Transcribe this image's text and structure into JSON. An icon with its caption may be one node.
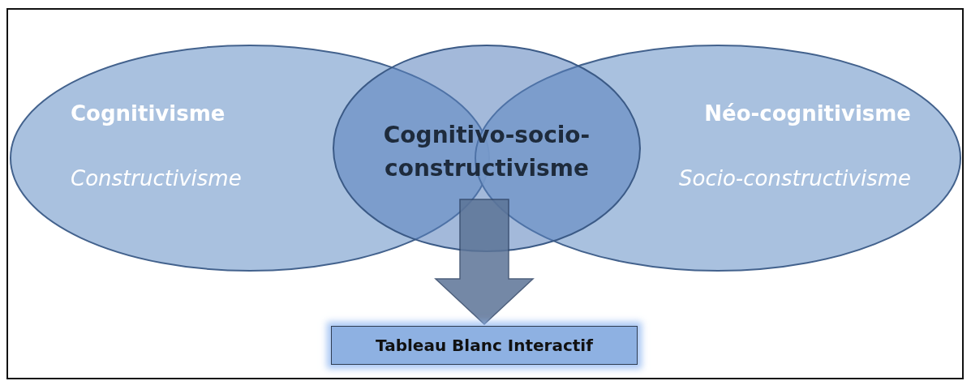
{
  "diagram": {
    "nodes": [
      {
        "text": [
          "Cognitivisme",
          "Constructivisme"
        ]
      },
      {
        "text": [
          "Cognitivo-socio-constructivisme"
        ]
      },
      {
        "text": [
          "Néo-cognitivisme",
          "Socio-constructivisme"
        ]
      },
      {
        "text": [
          "Tableau Blanc Interactif"
        ]
      }
    ],
    "edges": [
      {
        "from": 1,
        "to": 3,
        "arrow": "to",
        "style": "thick"
      }
    ]
  }
}
